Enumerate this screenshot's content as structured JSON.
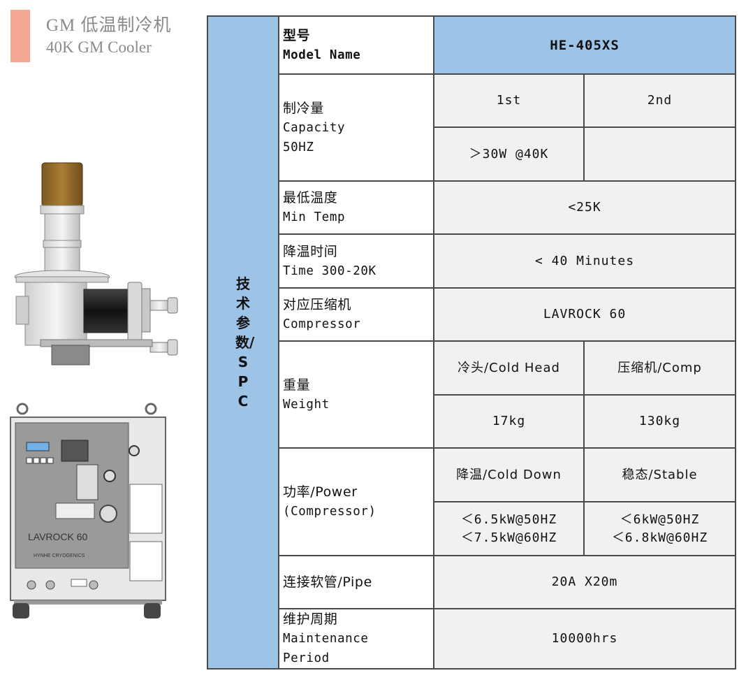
{
  "header": {
    "title_zh": "GM 低温制冷机",
    "title_en": "40K  GM Cooler"
  },
  "table": {
    "side_label": "技术参数/SPC",
    "model": {
      "label_zh": "型号",
      "label_en": "Model Name",
      "value": "HE-405XS"
    },
    "capacity": {
      "label_zh": "制冷量",
      "label_en": "Capacity",
      "label_freq": "50HZ",
      "col1": "1st",
      "col2": "2nd",
      "val1": "＞30W @40K",
      "val2": ""
    },
    "min_temp": {
      "label_zh": "最低温度",
      "label_en": "Min Temp",
      "value": "<25K"
    },
    "cooldown_time": {
      "label_zh": "降温时间",
      "label_en": "Time 300-20K",
      "value": "< 40 Minutes"
    },
    "compressor": {
      "label_zh": "对应压缩机",
      "label_en": "Compressor",
      "value": "LAVROCK 60"
    },
    "weight": {
      "label_zh": "重量",
      "label_en": "Weight",
      "col1": "冷头/Cold Head",
      "col2": "压缩机/Comp",
      "val1": "17kg",
      "val2": "130kg"
    },
    "power": {
      "label_line1": "功率/Power",
      "label_line2": "(Compressor)",
      "col1": "降温/Cold Down",
      "col2": "稳态/Stable",
      "val1_line1": "＜6.5kW@50HZ",
      "val1_line2": "＜7.5kW@60HZ",
      "val2_line1": "＜6kW@50HZ",
      "val2_line2": "＜6.8kW@60HZ"
    },
    "pipe": {
      "label": "连接软管/Pipe",
      "value": "20A X20m"
    },
    "maintenance": {
      "label_zh": "维护周期",
      "label_en1": "Maintenance",
      "label_en2": "Period",
      "value": "10000hrs"
    }
  },
  "compressor_image": {
    "brand": "LAVROCK 60",
    "maker": "HYNHE CRYOGENICS"
  },
  "colors": {
    "accent": "#f4a792",
    "header_blue": "#9dc3e6",
    "cell_gray": "#f1f1f1"
  }
}
